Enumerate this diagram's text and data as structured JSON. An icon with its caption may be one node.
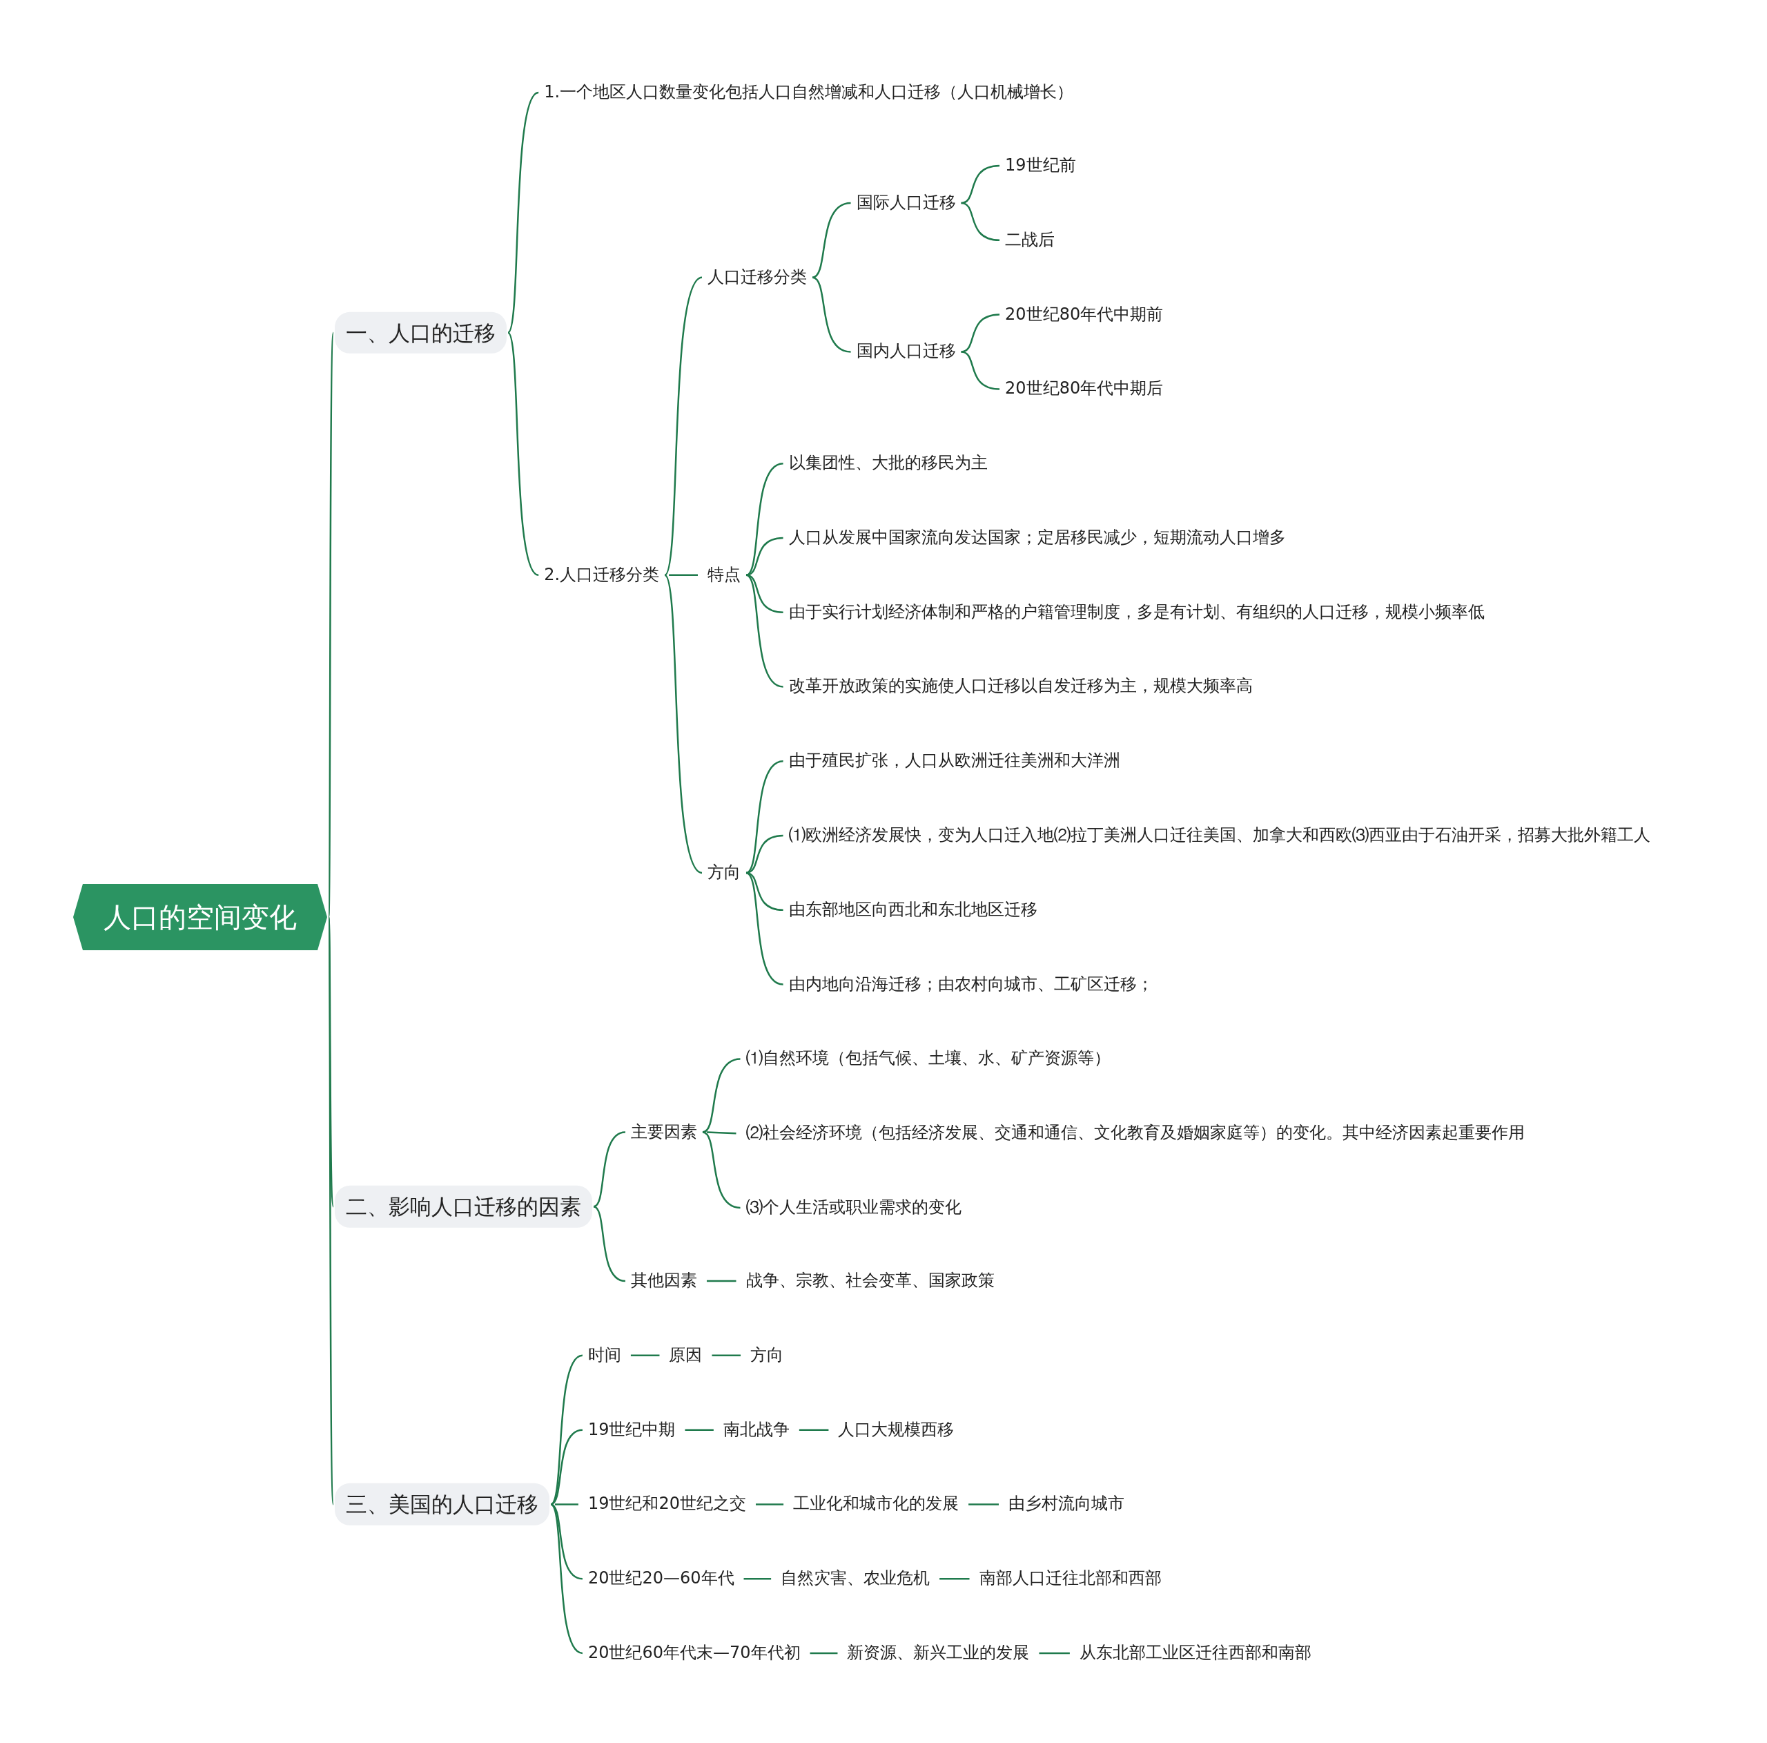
{
  "diagram": {
    "nodes": [
      {
        "text": [
          "人口的空间变化"
        ]
      },
      {
        "text": [
          "一、人口的迁移"
        ]
      },
      {
        "text": [
          "1.一个地区人口数量变化包括人口自然增减和人口迁移（人口机械增长）"
        ]
      },
      {
        "text": [
          "2.人口迁移分类"
        ]
      },
      {
        "text": [
          "人口迁移分类"
        ]
      },
      {
        "text": [
          "国际人口迁移"
        ]
      },
      {
        "text": [
          "19世纪前"
        ]
      },
      {
        "text": [
          "二战后"
        ]
      },
      {
        "text": [
          "国内人口迁移"
        ]
      },
      {
        "text": [
          "20世纪80年代中期前"
        ]
      },
      {
        "text": [
          "20世纪80年代中期后"
        ]
      },
      {
        "text": [
          "特点"
        ]
      },
      {
        "text": [
          "以集团性、大批的移民为主"
        ]
      },
      {
        "text": [
          "人口从发展中国家流向发达国家；定居移民减少，短期流动人口增多"
        ]
      },
      {
        "text": [
          "由于实行计划经济体制和严格的户籍管理制度，多是有计划、有组织的人口迁移，规模小频率低"
        ]
      },
      {
        "text": [
          "改革开放政策的实施使人口迁移以自发迁移为主，规模大频率高"
        ]
      },
      {
        "text": [
          "方向"
        ]
      },
      {
        "text": [
          "由于殖民扩张，人口从欧洲迁往美洲和大洋洲"
        ]
      },
      {
        "text": [
          "⑴欧洲经济发展快，变为人口迁入地⑵拉丁美洲人口迁往美国、加拿大和西欧⑶西亚由于石油开采，招募大批外籍工人"
        ]
      },
      {
        "text": [
          "由东部地区向西北和东北地区迁移"
        ]
      },
      {
        "text": [
          "由内地向沿海迁移；由农村向城市、工矿区迁移；"
        ]
      },
      {
        "text": [
          "二、影响人口迁移的因素"
        ]
      },
      {
        "text": [
          "主要因素"
        ]
      },
      {
        "text": [
          "⑴自然环境（包括气候、土壤、水、矿产资源等）"
        ]
      },
      {
        "text": [
          "⑵社会经济环境（包括经济发展、交通和通信、文化教育及婚姻家庭等）的变化。其中经济因素起重要作用"
        ]
      },
      {
        "text": [
          "⑶个人生活或职业需求的变化"
        ]
      },
      {
        "text": [
          "其他因素"
        ]
      },
      {
        "text": [
          "战争、宗教、社会变革、国家政策"
        ]
      },
      {
        "text": [
          "三、美国的人口迁移"
        ]
      },
      {
        "text": [
          "时间"
        ]
      },
      {
        "text": [
          "原因"
        ]
      },
      {
        "text": [
          "方向"
        ]
      },
      {
        "text": [
          "19世纪中期"
        ]
      },
      {
        "text": [
          "南北战争"
        ]
      },
      {
        "text": [
          "人口大规模西移"
        ]
      },
      {
        "text": [
          "19世纪和20世纪之交"
        ]
      },
      {
        "text": [
          "工业化和城市化的发展"
        ]
      },
      {
        "text": [
          "由乡村流向城市"
        ]
      },
      {
        "text": [
          "20世纪20—60年代"
        ]
      },
      {
        "text": [
          "自然灾害、农业危机"
        ]
      },
      {
        "text": [
          "南部人口迁往北部和西部"
        ]
      },
      {
        "text": [
          "20世纪60年代末—70年代初"
        ]
      },
      {
        "text": [
          "新资源、新兴工业的发展"
        ]
      },
      {
        "text": [
          "从东北部工业区迁往西部和南部"
        ]
      }
    ],
    "edges": [
      {
        "from": 0,
        "to": 1,
        "arrow": "none"
      },
      {
        "from": 1,
        "to": 2,
        "arrow": "none"
      },
      {
        "from": 1,
        "to": 3,
        "arrow": "none"
      },
      {
        "from": 3,
        "to": 4,
        "arrow": "none"
      },
      {
        "from": 4,
        "to": 5,
        "arrow": "none"
      },
      {
        "from": 5,
        "to": 6,
        "arrow": "none"
      },
      {
        "from": 5,
        "to": 7,
        "arrow": "none"
      },
      {
        "from": 4,
        "to": 8,
        "arrow": "none"
      },
      {
        "from": 8,
        "to": 9,
        "arrow": "none"
      },
      {
        "from": 8,
        "to": 10,
        "arrow": "none"
      },
      {
        "from": 3,
        "to": 11,
        "arrow": "none"
      },
      {
        "from": 11,
        "to": 12,
        "arrow": "none"
      },
      {
        "from": 11,
        "to": 13,
        "arrow": "none"
      },
      {
        "from": 11,
        "to": 14,
        "arrow": "none"
      },
      {
        "from": 11,
        "to": 15,
        "arrow": "none"
      },
      {
        "from": 3,
        "to": 16,
        "arrow": "none"
      },
      {
        "from": 16,
        "to": 17,
        "arrow": "none"
      },
      {
        "from": 16,
        "to": 18,
        "arrow": "none"
      },
      {
        "from": 16,
        "to": 19,
        "arrow": "none"
      },
      {
        "from": 16,
        "to": 20,
        "arrow": "none"
      },
      {
        "from": 0,
        "to": 21,
        "arrow": "none"
      },
      {
        "from": 21,
        "to": 22,
        "arrow": "none"
      },
      {
        "from": 22,
        "to": 23,
        "arrow": "none"
      },
      {
        "from": 22,
        "to": 24,
        "arrow": "none"
      },
      {
        "from": 22,
        "to": 25,
        "arrow": "none"
      },
      {
        "from": 21,
        "to": 26,
        "arrow": "none"
      },
      {
        "from": 26,
        "to": 27,
        "arrow": "none"
      },
      {
        "from": 0,
        "to": 28,
        "arrow": "none"
      },
      {
        "from": 28,
        "to": 29,
        "arrow": "none"
      },
      {
        "from": 29,
        "to": 30,
        "arrow": "none"
      },
      {
        "from": 30,
        "to": 31,
        "arrow": "none"
      },
      {
        "from": 28,
        "to": 32,
        "arrow": "none"
      },
      {
        "from": 32,
        "to": 33,
        "arrow": "none"
      },
      {
        "from": 33,
        "to": 34,
        "arrow": "none"
      },
      {
        "from": 28,
        "to": 35,
        "arrow": "none"
      },
      {
        "from": 35,
        "to": 36,
        "arrow": "none"
      },
      {
        "from": 36,
        "to": 37,
        "arrow": "none"
      },
      {
        "from": 28,
        "to": 38,
        "arrow": "none"
      },
      {
        "from": 38,
        "to": 39,
        "arrow": "none"
      },
      {
        "from": 39,
        "to": 40,
        "arrow": "none"
      },
      {
        "from": 28,
        "to": 41,
        "arrow": "none"
      },
      {
        "from": 41,
        "to": 42,
        "arrow": "none"
      },
      {
        "from": 42,
        "to": 43,
        "arrow": "none"
      }
    ]
  }
}
